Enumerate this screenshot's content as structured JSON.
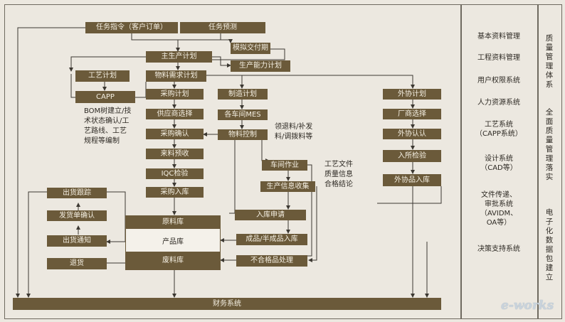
{
  "boxes": {
    "task_order": "任务指令（客户订单）",
    "task_forecast": "任务预测",
    "simulated_delivery": "模拟交付期",
    "master_schedule": "主生产计划",
    "capacity_plan": "生产能力计划",
    "process_plan": "工艺计划",
    "material_req_plan": "物料需求计划",
    "capp": "CAPP",
    "purchase_plan": "采购计划",
    "mfg_plan": "制造计划",
    "outsource_plan": "外协计划",
    "supplier_select": "供应商选择",
    "workshop_mes": "各车间MES",
    "vendor_select": "厂商选择",
    "purchase_confirm": "采购确认",
    "material_control": "物料控制",
    "outsource_confirm": "外协认认",
    "incoming_forecast": "来料预收",
    "warehouse_inspection": "入所检验",
    "workshop_operation": "车间作业",
    "iqc": "IQC检验",
    "production_info": "生产信息收集",
    "outsource_inbound": "外协品入库",
    "shipment_track": "出货跟踪",
    "purchase_inbound": "采购入库",
    "delivery_confirm": "发货单确认",
    "raw_material_store": "原料库",
    "inbound_request": "入库申请",
    "product_store": "产品库",
    "shipment_notice": "出货通知",
    "finished_inbound": "成品/半成品入库",
    "waste_store": "废料库",
    "returns": "退货",
    "nonconforming": "不合格品处理",
    "finance": "财务系统"
  },
  "notes": {
    "bom_lines": [
      "BOM树建立/技",
      "术状态确认/工",
      "艺路线、工艺",
      "规程等编制"
    ],
    "material_lines": [
      "领退料/补发",
      "料/调拨料等"
    ],
    "process_doc_lines": [
      "工艺文件",
      "质量信息",
      "合格结论"
    ]
  },
  "systems": {
    "basic_data": "基本资料管理",
    "engineering_data": "工程资料管理",
    "user_rights": "用户权限系统",
    "hr": "人力资源系统",
    "process_system": [
      "工艺系统",
      "（CAPP系统）"
    ],
    "design_system": [
      "设计系统",
      "（CAD等）"
    ],
    "doc_flow": [
      "文件传递、",
      "审批系统",
      "（AVIDM、",
      "OA等）"
    ],
    "decision_support": "决策支持系统"
  },
  "vertical": {
    "quality": "质量管理体系",
    "full_quality": "全面质量管理落实",
    "digital": "电子化数据包建立"
  },
  "logo": "e-works",
  "colors": {
    "box": "#6b5a3a",
    "box_text": "#f4efe2",
    "line": "#3c3832",
    "background": "#ece8e0"
  }
}
